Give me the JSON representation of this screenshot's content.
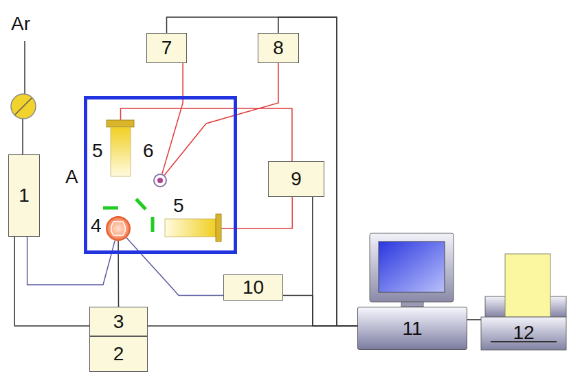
{
  "diagram": {
    "nodes": [
      {
        "text": [
          "7"
        ]
      },
      {
        "text": [
          "8"
        ]
      },
      {
        "text": [
          "A"
        ]
      },
      {
        "text": [
          "5"
        ],
        "in": 2
      },
      {
        "text": [
          "6"
        ],
        "in": 2
      },
      {
        "text": [
          "4"
        ],
        "in": 2
      },
      {
        "text": [
          "5"
        ],
        "in": 2
      },
      {
        "text": [
          "1"
        ]
      },
      {
        "text": [
          "9"
        ]
      },
      {
        "text": [
          "10"
        ]
      },
      {
        "text": [
          "3"
        ]
      },
      {
        "text": [
          "2"
        ]
      },
      {
        "text": [
          "11"
        ]
      },
      {
        "text": [
          "12"
        ]
      }
    ],
    "edges": [
      {
        "from": 0,
        "to": 4,
        "arrow": "none"
      },
      {
        "from": 1,
        "to": 4,
        "arrow": "none"
      },
      {
        "from": 3,
        "to": 8,
        "arrow": "none"
      },
      {
        "from": 8,
        "to": 6,
        "arrow": "none"
      },
      {
        "from": 7,
        "to": 5,
        "arrow": "none"
      },
      {
        "from": 7,
        "to": 10,
        "arrow": "none"
      },
      {
        "from": 10,
        "to": 5,
        "arrow": "none"
      },
      {
        "from": 9,
        "to": 5,
        "arrow": "none"
      },
      {
        "from": 10,
        "to": 12,
        "arrow": "none"
      },
      {
        "from": 9,
        "to": 12,
        "arrow": "none"
      },
      {
        "from": 8,
        "to": 12,
        "arrow": "none"
      },
      {
        "from": 0,
        "to": 12,
        "arrow": "none"
      },
      {
        "from": 1,
        "to": 12,
        "arrow": "none"
      },
      {
        "from": 12,
        "to": 13,
        "arrow": "none"
      }
    ],
    "labels": [
      "Ar"
    ]
  }
}
